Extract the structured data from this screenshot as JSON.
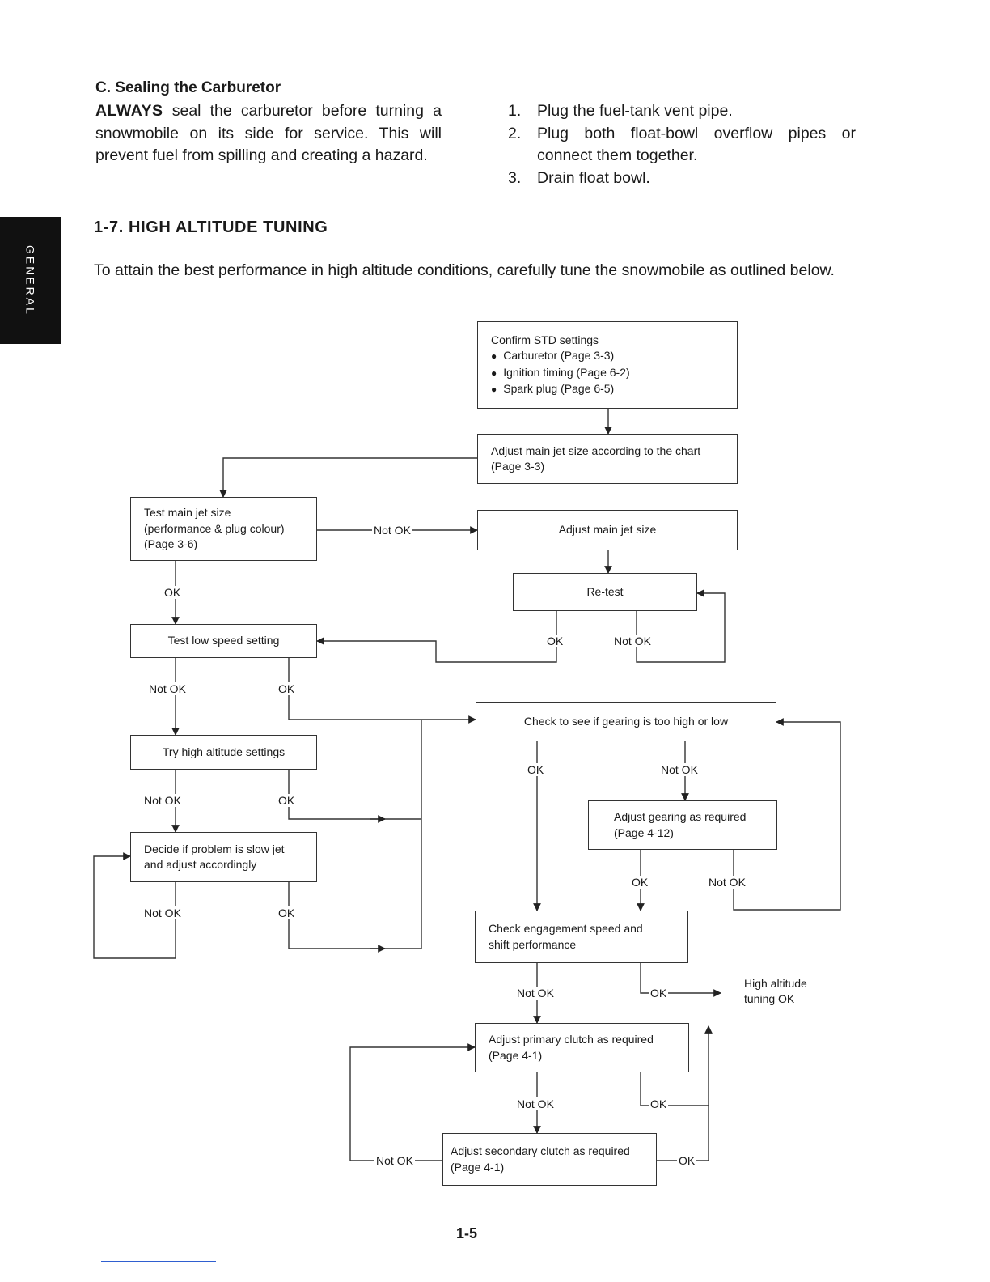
{
  "section_c": {
    "heading": "C. Sealing the Carburetor",
    "lead": "ALWAYS",
    "body": "seal the carburetor before turning a snowmobile on its side for service. This will prevent fuel from spilling and creating a hazard."
  },
  "steps": [
    {
      "num": "1.",
      "text": "Plug the fuel-tank vent pipe."
    },
    {
      "num": "2.",
      "text": "Plug both float-bowl overflow pipes or connect them together."
    },
    {
      "num": "3.",
      "text": "Drain float bowl."
    }
  ],
  "side_tab": "GENERAL",
  "section_17": {
    "heading": "1-7. HIGH ALTITUDE TUNING",
    "intro": "To attain the best performance in high altitude conditions, carefully tune the snowmobile as outlined below."
  },
  "flow": {
    "confirm": {
      "title": "Confirm STD settings",
      "items": [
        "Carburetor (Page 3-3)",
        "Ignition timing (Page 6-2)",
        "Spark plug (Page 6-5)"
      ]
    },
    "adjust_chart": {
      "line1": "Adjust main jet size according to the chart",
      "line2": "(Page 3-3)"
    },
    "test_main": {
      "line1": "Test main jet size",
      "line2": "(performance & plug colour)",
      "line3": "(Page 3-6)"
    },
    "adjust_main": "Adjust main jet size",
    "retest": "Re-test",
    "test_low": "Test low speed setting",
    "check_gearing": "Check to see if gearing is too high or low",
    "try_high": "Try high altitude settings",
    "adjust_gearing": {
      "line1": "Adjust gearing as required",
      "line2": "(Page 4-12)"
    },
    "decide": {
      "line1": "Decide if problem is slow jet",
      "line2": "and adjust accordingly"
    },
    "check_engagement": {
      "line1": "Check engagement speed and",
      "line2": "shift performance"
    },
    "high_ok": {
      "line1": "High altitude",
      "line2": "tuning OK"
    },
    "adjust_primary": {
      "line1": "Adjust primary clutch as required",
      "line2": "(Page 4-1)"
    },
    "adjust_secondary": {
      "line1": "Adjust secondary clutch as required",
      "line2": "(Page 4-1)"
    },
    "labels": {
      "ok": "OK",
      "not_ok": "Not OK"
    }
  },
  "page_number": "1-5"
}
